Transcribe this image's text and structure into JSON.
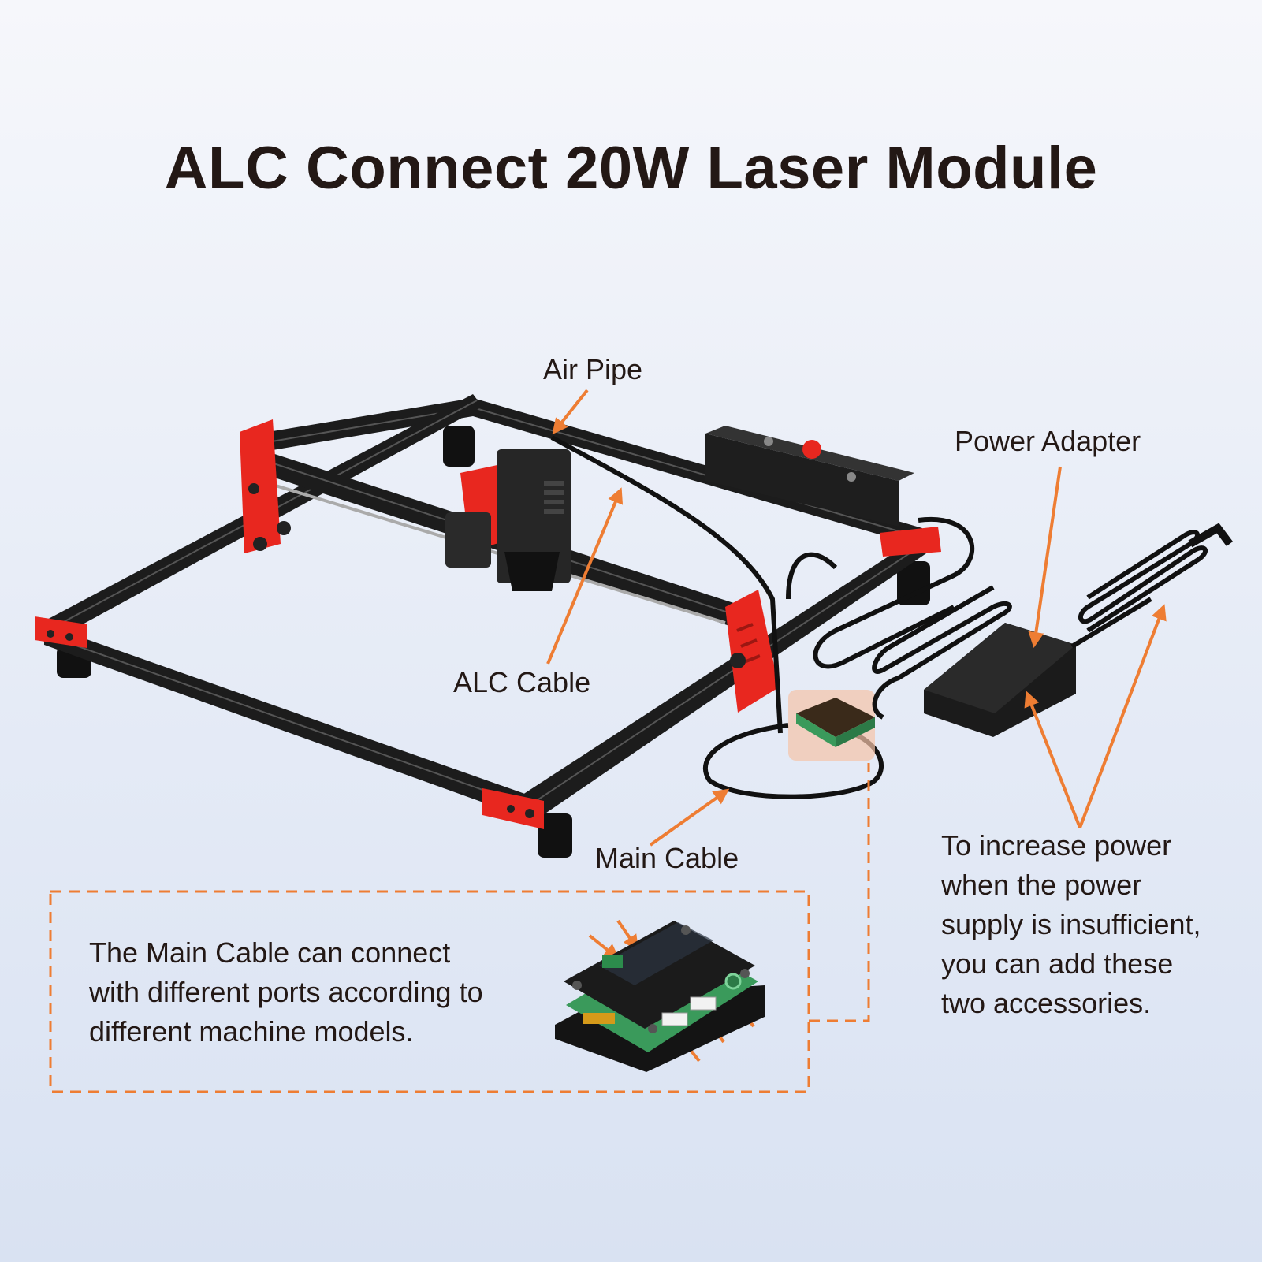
{
  "title": "ALC Connect 20W Laser Module",
  "labels": {
    "air_pipe": "Air Pipe",
    "power_adapter": "Power Adapter",
    "alc_cable": "ALC Cable",
    "main_cable": "Main Cable"
  },
  "main_cable_note": [
    "The Main Cable can connect",
    "with different ports according to",
    "different machine models."
  ],
  "power_note": [
    "To increase power",
    "when the power",
    "supply is insufficient,",
    "you can add these",
    "two accessories."
  ],
  "colors": {
    "accent": "#ee7d33",
    "frame_red": "#e8271f",
    "frame_black": "#1c1c1c",
    "text": "#231815",
    "pcb_green": "#3a9a5b"
  }
}
